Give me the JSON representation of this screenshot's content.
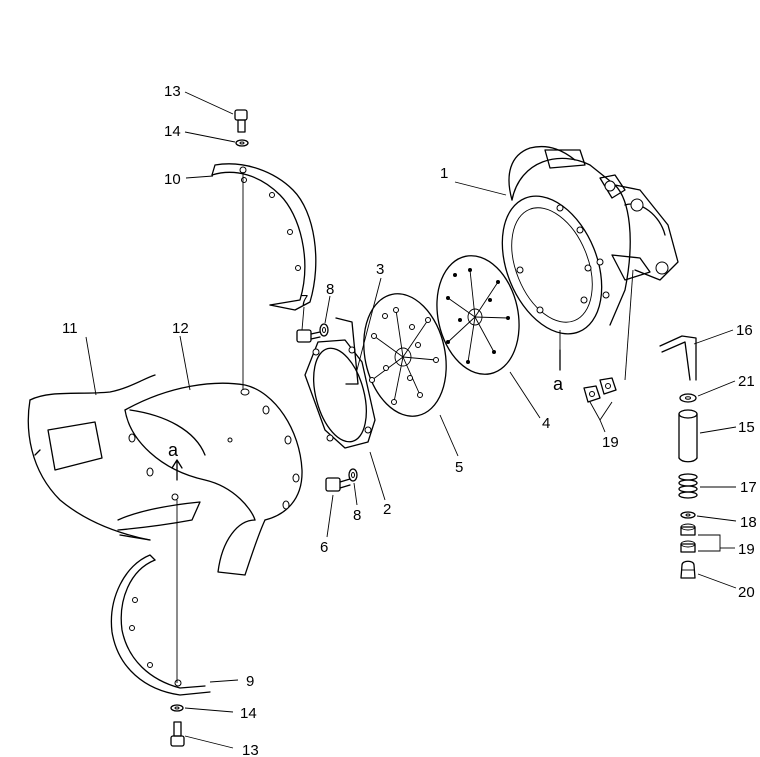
{
  "callouts": [
    {
      "id": "c1",
      "text": "1"
    },
    {
      "id": "c2",
      "text": "2"
    },
    {
      "id": "c3",
      "text": "3"
    },
    {
      "id": "c4",
      "text": "4"
    },
    {
      "id": "c5",
      "text": "5"
    },
    {
      "id": "c6",
      "text": "6"
    },
    {
      "id": "c7",
      "text": "7"
    },
    {
      "id": "c8a",
      "text": "8"
    },
    {
      "id": "c8b",
      "text": "8"
    },
    {
      "id": "c9",
      "text": "9"
    },
    {
      "id": "c10",
      "text": "10"
    },
    {
      "id": "c11",
      "text": "11"
    },
    {
      "id": "c12",
      "text": "12"
    },
    {
      "id": "c13a",
      "text": "13"
    },
    {
      "id": "c13b",
      "text": "13"
    },
    {
      "id": "c14a",
      "text": "14"
    },
    {
      "id": "c14b",
      "text": "14"
    },
    {
      "id": "c15",
      "text": "15"
    },
    {
      "id": "c16",
      "text": "16"
    },
    {
      "id": "c17",
      "text": "17"
    },
    {
      "id": "c18",
      "text": "18"
    },
    {
      "id": "c19a",
      "text": "19"
    },
    {
      "id": "c19b",
      "text": "19"
    },
    {
      "id": "c20",
      "text": "20"
    },
    {
      "id": "c21",
      "text": "21"
    }
  ],
  "reference_marks": [
    {
      "id": "ref-a-left",
      "text": "a"
    },
    {
      "id": "ref-a-right",
      "text": "a"
    }
  ]
}
